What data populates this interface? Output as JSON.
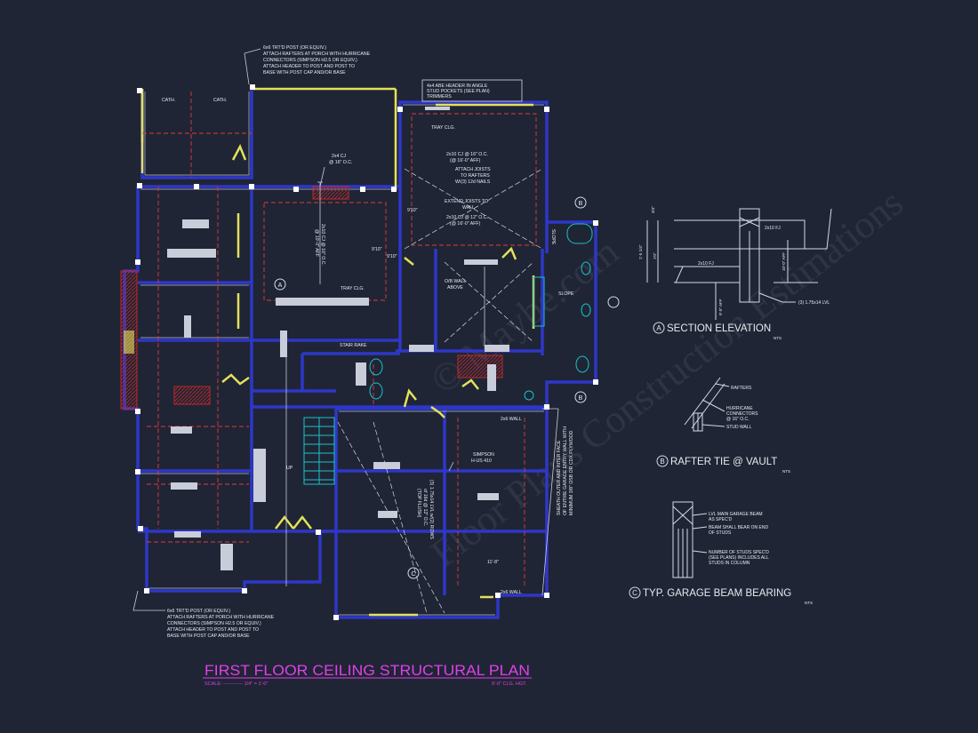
{
  "title": {
    "main": "FIRST FLOOR CEILING STRUCTURAL PLAN",
    "scale": "SCALE: ------------ 1/4\" = 1'-0\"",
    "ceiling": "9'-0\" CLG. HGT."
  },
  "notes": {
    "top_post": [
      "6x6 TRT'D POST (OR EQUIV.)",
      "ATTACH RAFTERS AT PORCH WITH HURRICANE",
      "CONNECTORS (SIMPSON H2.5 OR EQUIV.)",
      "ATTACH HEADER TO POST AND POST TO",
      "BASE WITH POST CAP AND/OR BASE"
    ],
    "bottom_post": [
      "6x6 TRT'D POST (OR EQUIV.)",
      "ATTACH RAFTERS AT PORCH WITH HURRICANE",
      "CONNECTORS (SIMPSON H2.5 OR EQUIV.)",
      "ATTACH HEADER TO POST AND POST TO",
      "BASE WITH POST CAP AND/OR BASE"
    ],
    "header_top": [
      "4x4 ABE HEADER IN ANGLE",
      "STUD POCKETS (SEE PLAN)",
      "TRIMMERS"
    ],
    "tray_top": "TRAY CLG.",
    "cj_top": [
      "2x10 CJ @ 16\" O.C.",
      "(@ 16'-0\" AFF)"
    ],
    "attach_joists": [
      "ATTACH JOISTS",
      "TO RAFTERS",
      "W/(3) 12d NAILS"
    ],
    "extend_joists": [
      "EXTEND JOISTS TO",
      "WALL"
    ],
    "cj_mid": [
      "2x10 CJ @ 12\" O.C.",
      "(@ 16'-0\" AFF)"
    ],
    "cj_small": [
      "2x4 CJ",
      "@ 16\" O.C."
    ],
    "cj_vertical": [
      "2x10 CJ @ 16\" O.C.",
      "@ 10'-0\" AFF"
    ],
    "tray_clg": "TRAY CLG.",
    "ob_wall": [
      "O/B WALL",
      "ABOVE"
    ],
    "stair_rake": "STAIR RAKE",
    "simpson": [
      "SIMPSON",
      "H-US 410"
    ],
    "sheath_note": [
      "SHEATH OUTER AND INTER FACE",
      "OF ENTIRE GARAGE ENTRY WALL WITH",
      "MINIMUM 3/8\" OSB OR CDX PLYWOOD"
    ],
    "garage_cj": [
      "(3) 1.75x14 LVL w/(2) ROWS",
      "of 16d @ 12\" O.C.",
      "(TOP FLUSH)"
    ],
    "wall_top": "2x6 WALL",
    "wall_bot": "2x6 WALL",
    "dim_garage": "11'-8\"",
    "cath_1": "CATH.",
    "cath_2": "CATH.",
    "up": "UP",
    "slope_1": "SLOPE",
    "slope_2": "SLOPE",
    "dim_1": "9'10\"",
    "dim_2": "9'10\"",
    "dim_3": "9'10\""
  },
  "markers": {
    "a_plan": "A",
    "b_top": "B",
    "b_bot": "B",
    "c_plan": "C"
  },
  "details": {
    "section": {
      "marker": "A",
      "title": "SECTION ELEVATION",
      "nts": "NTS",
      "fj_top": "2x10 FJ",
      "fj_left": "2x10 FJ",
      "lvl": "(3) 1.75x14 LVL",
      "dim_top": "3/4\"",
      "dim_mid": "1'-5 1/4\"",
      "dim_side": "1'0\"",
      "dim_r1": "10'-0\" AFF",
      "dim_r2": "9'-0\" AFF"
    },
    "rafter": {
      "marker": "B",
      "title": "RAFTER TIE @ VAULT",
      "nts": "NTS",
      "rafters": "RAFTERS",
      "hurricane": [
        "HURRICANE",
        "CONNECTORS",
        "@ 16\" O.C."
      ],
      "stud": "STUD WALL"
    },
    "beam": {
      "marker": "C",
      "title": "TYP. GARAGE BEAM BEARING",
      "nts": "NTS",
      "lvl": [
        "LVL MAIN GARAGE BEAM",
        "AS SPEC'D"
      ],
      "bear": [
        "BEAM SHALL BEAR ON END",
        "OF STUDS"
      ],
      "studs": [
        "NUMBER OF STUDS SPEC'D",
        "(SEE PLANS) INCLUDES ALL",
        "STUDS IN COLUMN"
      ]
    }
  },
  "watermark": [
    "© Maybe.com",
    "Floor Plans Construction Estimations"
  ],
  "colors": {
    "background": "#1f2535",
    "wall": "#2f37c8",
    "title": "#e040e8",
    "text": "#e8eaf0",
    "beam": "#e3e15a",
    "dashed": "#e23b3b",
    "stair": "#19c3c8"
  }
}
